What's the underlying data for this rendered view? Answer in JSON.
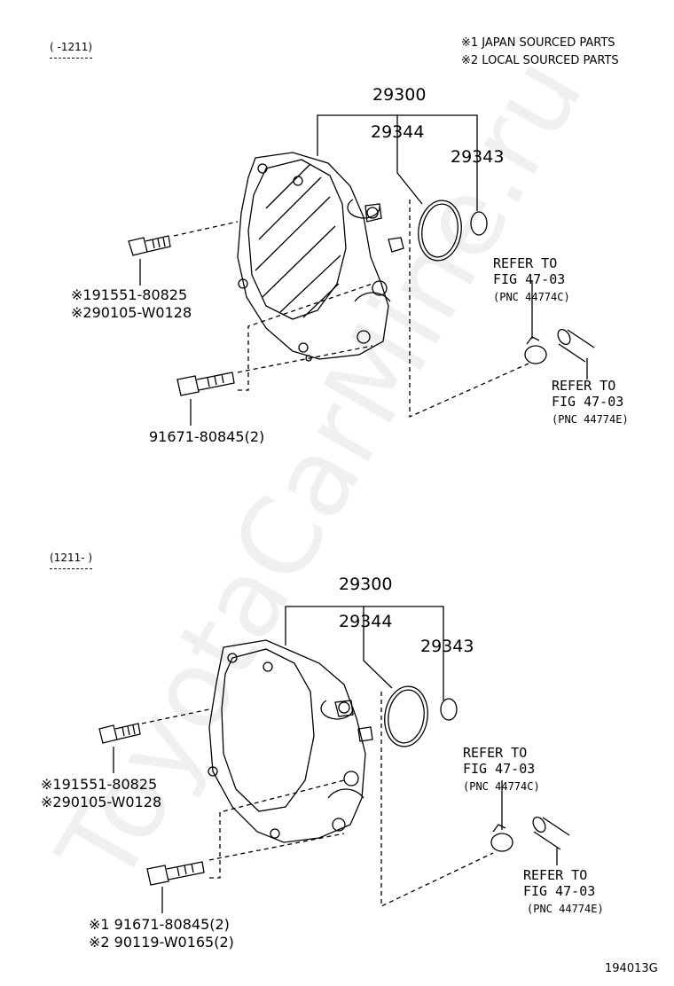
{
  "legend": {
    "note1": "※1 JAPAN SOURCED PARTS",
    "note2": "※2 LOCAL SOURCED PARTS"
  },
  "section1": {
    "range": "(    -1211)",
    "assy": "29300",
    "oring_large": "29344",
    "oring_small": "29343",
    "bolt_a_1": "※191551-80825",
    "bolt_a_2": "※290105-W0128",
    "bolt_b": "91671-80845(2)",
    "refer_c_1": "REFER TO",
    "refer_c_2": "FIG 47-03",
    "refer_c_3": "(PNC 44774C)",
    "refer_e_1": "REFER TO",
    "refer_e_2": "FIG 47-03",
    "refer_e_3": "(PNC 44774E)"
  },
  "section2": {
    "range": "(1211-    )",
    "assy": "29300",
    "oring_large": "29344",
    "oring_small": "29343",
    "bolt_a_1": "※191551-80825",
    "bolt_a_2": "※290105-W0128",
    "bolt_b_1": "※1 91671-80845(2)",
    "bolt_b_2": "※2 90119-W0165(2)",
    "refer_c_1": "REFER TO",
    "refer_c_2": "FIG 47-03",
    "refer_c_3": "(PNC 44774C)",
    "refer_e_1": "REFER TO",
    "refer_e_2": "FIG 47-03",
    "refer_e_3": "(PNC 44774E)"
  },
  "figure_code": "194013G",
  "watermark": "ToyotaCarMine.ru"
}
